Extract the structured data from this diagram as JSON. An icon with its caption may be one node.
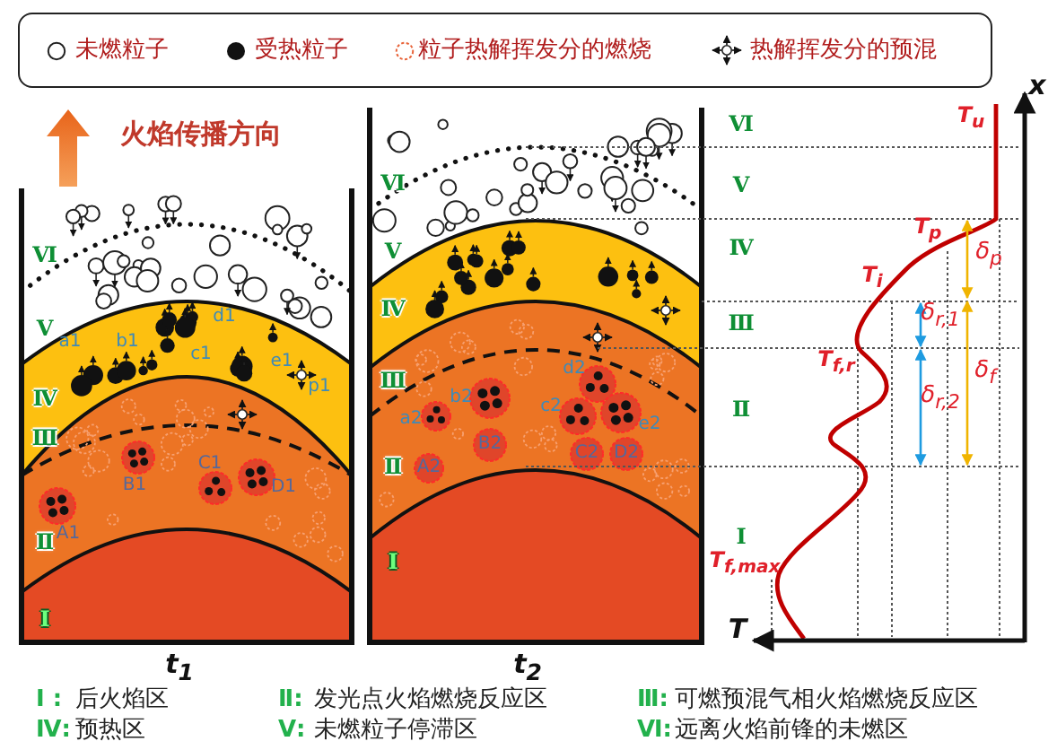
{
  "diagram": {
    "labels": [
      "火焰传播方向",
      "Ⅵ",
      "Ⅴ",
      "Ⅳ",
      "Ⅲ",
      "Ⅱ",
      "Ⅰ",
      "d1",
      "a1",
      "b1",
      "c1",
      "e1",
      "p1",
      "C1",
      "B1",
      "D1",
      "A1",
      "Ⅵ",
      "Ⅴ",
      "Ⅳ",
      "Ⅲ",
      "Ⅱ",
      "Ⅰ",
      "d2",
      "b2",
      "c2",
      "a2",
      "e2",
      "B2",
      "C2",
      "D2",
      "A2",
      "Ⅵ",
      "Ⅴ",
      "Ⅳ",
      "Ⅲ",
      "Ⅱ",
      "Ⅰ",
      "x",
      "T$_{u}$",
      "T$_{p}$",
      "δ$_{p}$",
      "T$_{i}$",
      "δ$_{r,1}$",
      "T$_{f,r}$",
      "δ$_{f}$",
      "δ$_{r,2}$",
      "T$_{f,max}$",
      "T",
      "t$_{1}$",
      "t$_{2}$",
      "Ⅰ :",
      "后火焰区",
      "Ⅱ:",
      "发光点火焰燃烧反应区",
      "Ⅲ:",
      "可燃预混气相火焰燃烧反应区",
      "Ⅳ:",
      "预热区",
      "Ⅴ:",
      "未燃粒子停滞区",
      "Ⅵ:",
      "远离火焰前锋的未燃区"
    ],
    "legend": [
      {
        "text": "未燃粒子"
      },
      {
        "text": "受热粒子"
      },
      {
        "text": "粒子热解挥发分的燃烧"
      },
      {
        "text": "热解挥发分的预混"
      }
    ]
  }
}
